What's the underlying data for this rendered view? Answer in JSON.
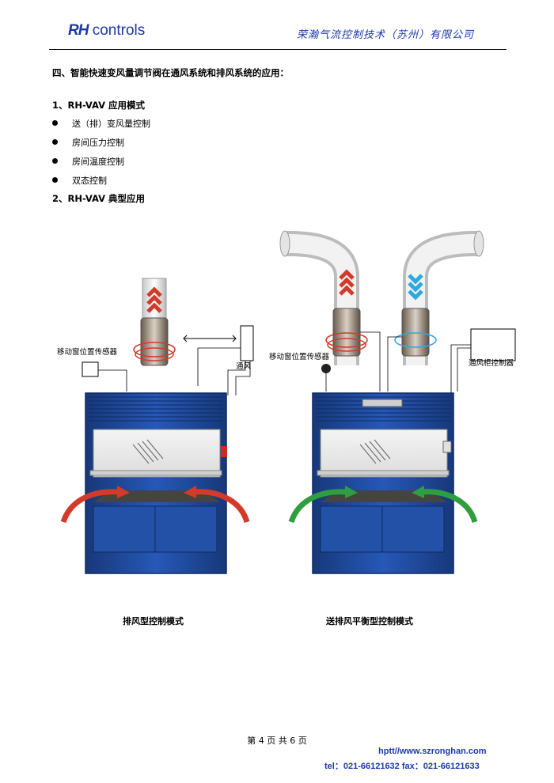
{
  "header": {
    "logo_rh": "RH",
    "logo_word": " controls",
    "company": "荣瀚气流控制技术（苏州）有限公司"
  },
  "section4": {
    "title": "四、智能快速变风量调节阀在通风系统和排风系统的应用："
  },
  "modes": {
    "heading": "1、RH-VAV 应用模式",
    "items": [
      "送（排）变风量控制",
      "房间压力控制",
      "房间温度控制",
      "双态控制"
    ]
  },
  "typical": {
    "heading": "2、RH-VAV 典型应用"
  },
  "diagram": {
    "left": {
      "sensor_label": "移动窗位置传感器",
      "controller_label": "通风",
      "caption": "排风型控制模式"
    },
    "right": {
      "sensor_label": "移动窗位置传感器",
      "controller_label": "通风柜控制器",
      "caption": "送排风平衡型控制模式"
    },
    "colors": {
      "cabinet": "#1d4aa0",
      "exhaust_arrow": "#d23a2a",
      "supply_arrow": "#2fa8e0",
      "airflow_green": "#2e9e3e"
    }
  },
  "footer": {
    "page": "第 4 页 共 6 页",
    "url": "hptt//www.szronghan.com",
    "tel": "tel：021-66121632    fax：021-66121633"
  }
}
